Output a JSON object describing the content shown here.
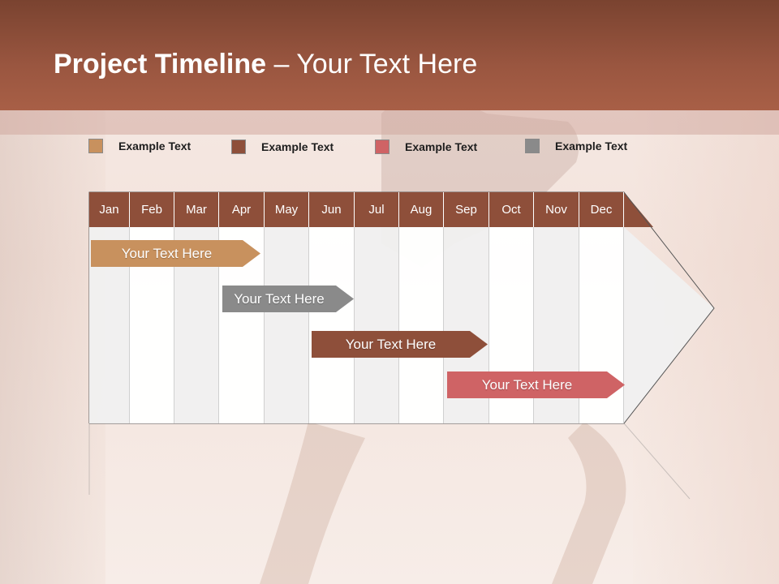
{
  "title": {
    "bold": "Project Timeline",
    "rest": " – Your Text Here"
  },
  "legend": [
    {
      "label": "Example Text",
      "color": "#c8915e"
    },
    {
      "label": "Example Text",
      "color": "#8e4f3a"
    },
    {
      "label": "Example Text",
      "color": "#cf6365"
    },
    {
      "label": "Example Text",
      "color": "#8a8a8a"
    }
  ],
  "months": [
    "Jan",
    "Feb",
    "Mar",
    "Apr",
    "May",
    "Jun",
    "Jul",
    "Aug",
    "Sep",
    "Oct",
    "Nov",
    "Dec"
  ],
  "tasks": [
    {
      "label": "Your  Text Here",
      "color": "#c8915e"
    },
    {
      "label": "Your  Text Here",
      "color": "#8a8a8a"
    },
    {
      "label": "Your  Text Here",
      "color": "#8e4f3a"
    },
    {
      "label": "Your  Text Here",
      "color": "#cf6365"
    }
  ]
}
